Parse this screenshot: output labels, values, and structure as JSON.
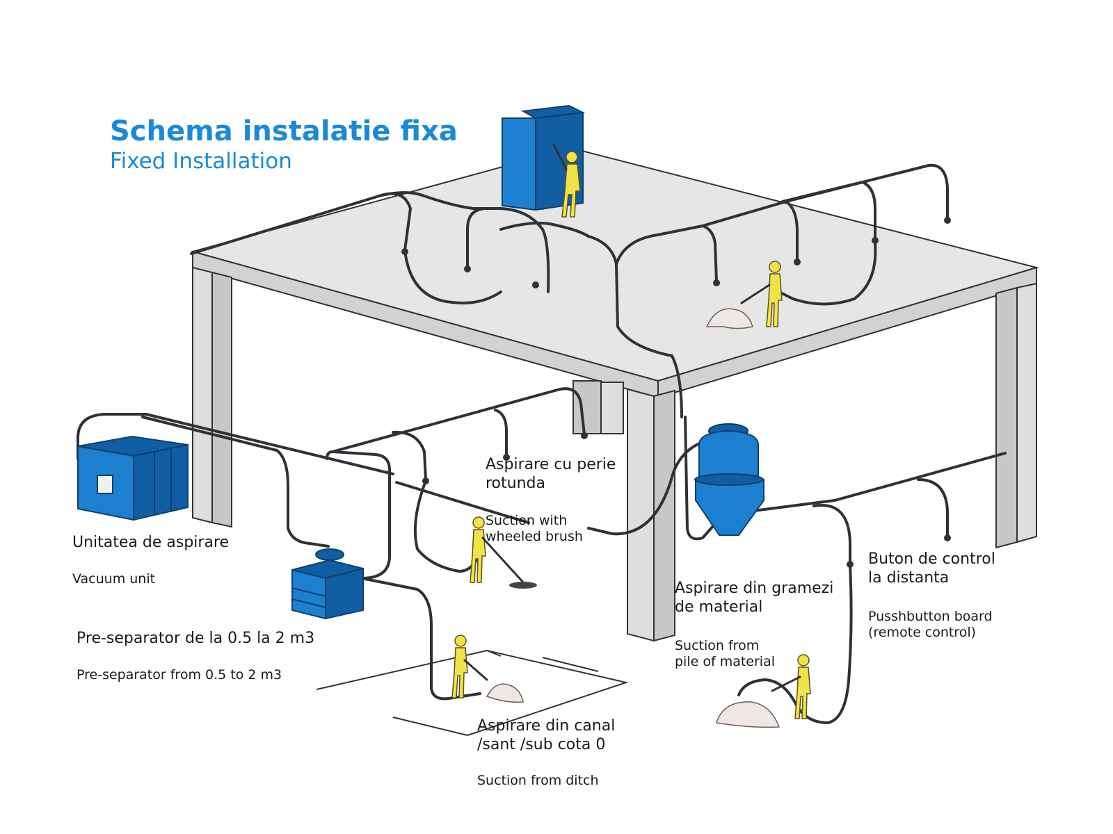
{
  "title": {
    "main": "Schema instalatie fixa",
    "sub": "Fixed Installation"
  },
  "labels": {
    "vacuum_unit": {
      "ro": "Unitatea de aspirare",
      "en": "Vacuum unit"
    },
    "pre_separator": {
      "ro": "Pre-separator de la 0.5 la 2 m3",
      "en": "Pre-separator from 0.5 to 2 m3"
    },
    "wheeled_brush": {
      "ro": "Aspirare cu perie\nrotunda",
      "en": "Suction with\nwheeled brush"
    },
    "ditch": {
      "ro": "Aspirare din canal\n/sant /sub cota 0",
      "en": "Suction from ditch"
    },
    "pile": {
      "ro": "Aspirare din gramezi\nde material",
      "en": "Suction from\npile of material"
    },
    "pushbutton": {
      "ro": "Buton de control\nla distanta",
      "en": "Pusshbutton board\n(remote control)"
    }
  },
  "colors": {
    "accent_blue": "#1a8ad8",
    "equipment_blue": "#1d7fd0",
    "worker_yellow": "#f2e24a",
    "pipe": "#2e3136",
    "concrete": "#e6e6e6"
  }
}
